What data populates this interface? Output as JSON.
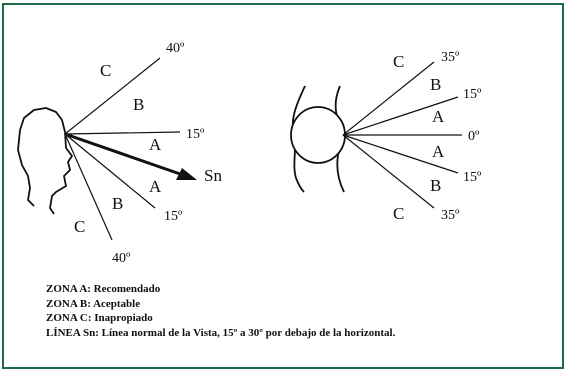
{
  "side_view": {
    "zones": {
      "c_upper": "C",
      "b_upper": "B",
      "a_upper": "A",
      "a_lower": "A",
      "b_lower": "B",
      "c_lower": "C"
    },
    "angles": {
      "top": "40º",
      "mid_upper": "15º",
      "mid_lower": "15º",
      "bottom": "40º"
    },
    "sn_label": "Sn"
  },
  "front_view": {
    "zones": {
      "c_upper": "C",
      "b_upper": "B",
      "a_upper": "A",
      "a_lower": "A",
      "b_lower": "B",
      "c_lower": "C"
    },
    "angles": {
      "top": "35º",
      "upper": "15º",
      "center": "0º",
      "lower": "15º",
      "bottom": "35º"
    }
  },
  "legend": {
    "zone_a": "ZONA A: Recomendado",
    "zone_b": "ZONA B: Aceptable",
    "zone_c": "ZONA C: Inapropiado",
    "line_sn": "LÍNEA Sn: Línea normal de la Vista, 15º a 30º por debajo de la horizontal."
  },
  "colors": {
    "border": "#1f6a47",
    "lines": "#111111"
  }
}
